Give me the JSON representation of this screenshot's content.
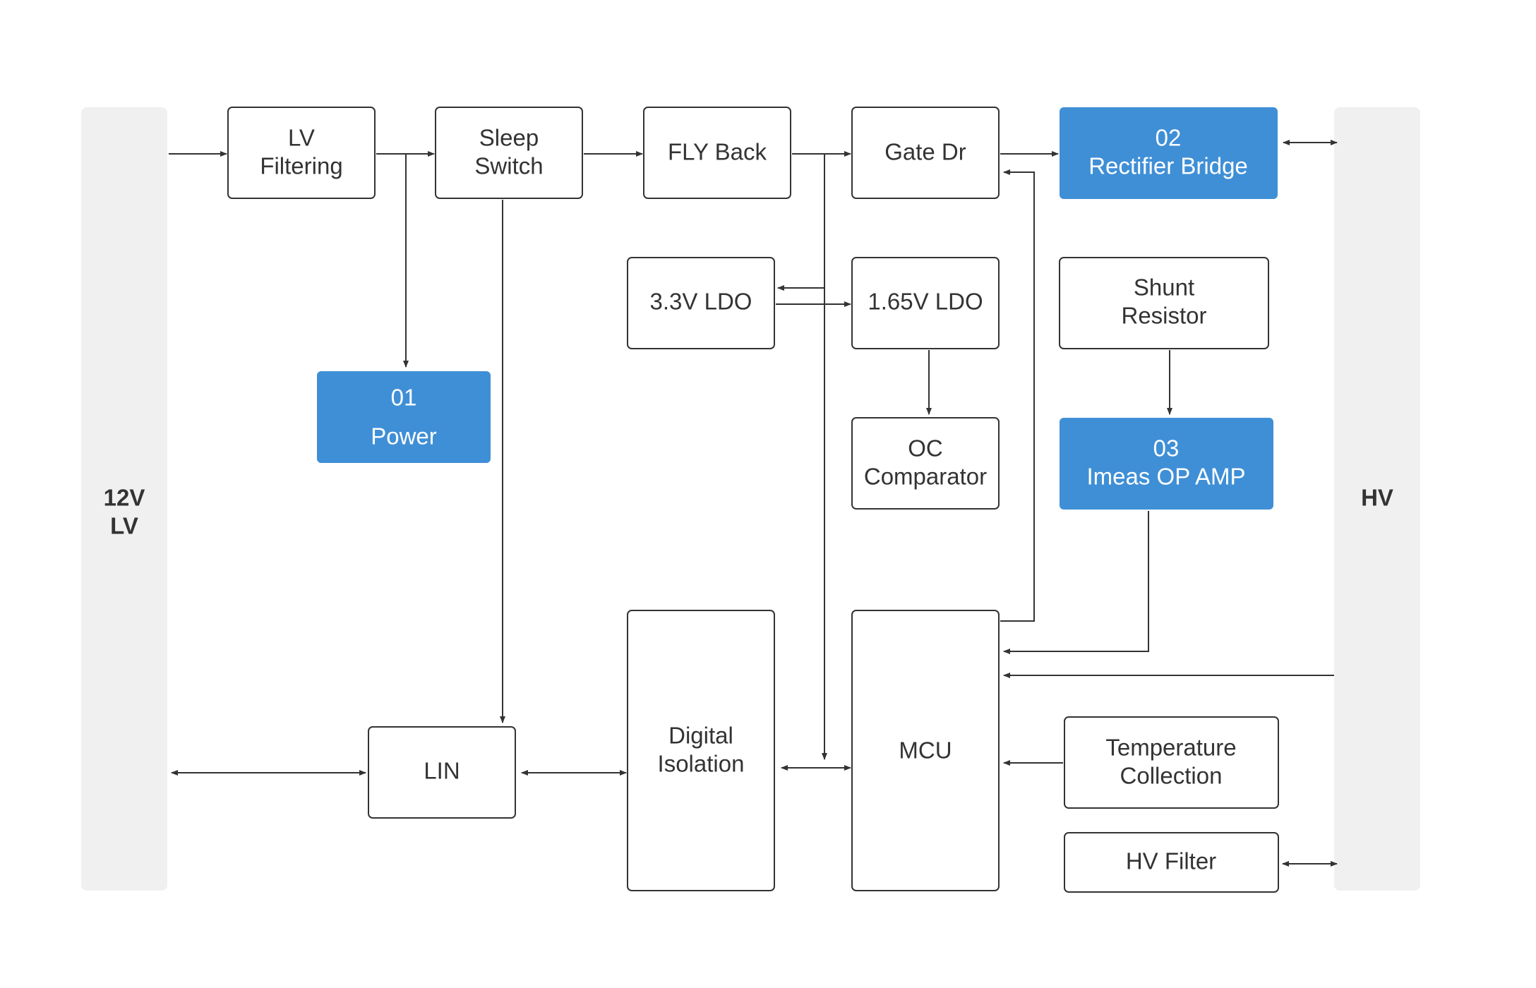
{
  "rails": {
    "lv": {
      "line1": "12V",
      "line2": "LV"
    },
    "hv": {
      "label": "HV"
    }
  },
  "blocks": {
    "lv_filtering": {
      "line1": "LV",
      "line2": "Filtering"
    },
    "sleep_switch": {
      "line1": "Sleep",
      "line2": "Switch"
    },
    "fly_back": {
      "label": "FLY Back"
    },
    "gate_dr": {
      "label": "Gate Dr"
    },
    "rectifier": {
      "line1": "02",
      "line2": "Rectifier Bridge"
    },
    "power": {
      "line1": "01",
      "line2": "Power"
    },
    "ldo_33": {
      "label": "3.3V LDO"
    },
    "ldo_165": {
      "label": "1.65V LDO"
    },
    "shunt": {
      "line1": "Shunt",
      "line2": "Resistor"
    },
    "oc_comparator": {
      "line1": "OC",
      "line2": "Comparator"
    },
    "imeas": {
      "line1": "03",
      "line2": "Imeas OP AMP"
    },
    "lin": {
      "label": "LIN"
    },
    "digital_iso": {
      "line1": "Digital",
      "line2": "Isolation"
    },
    "mcu": {
      "label": "MCU"
    },
    "temperature": {
      "line1": "Temperature",
      "line2": "Collection"
    },
    "hv_filter": {
      "label": "HV Filter"
    }
  },
  "colors": {
    "highlight": "#3f8fd6",
    "rail": "#f0f0f0",
    "line": "#333333"
  }
}
